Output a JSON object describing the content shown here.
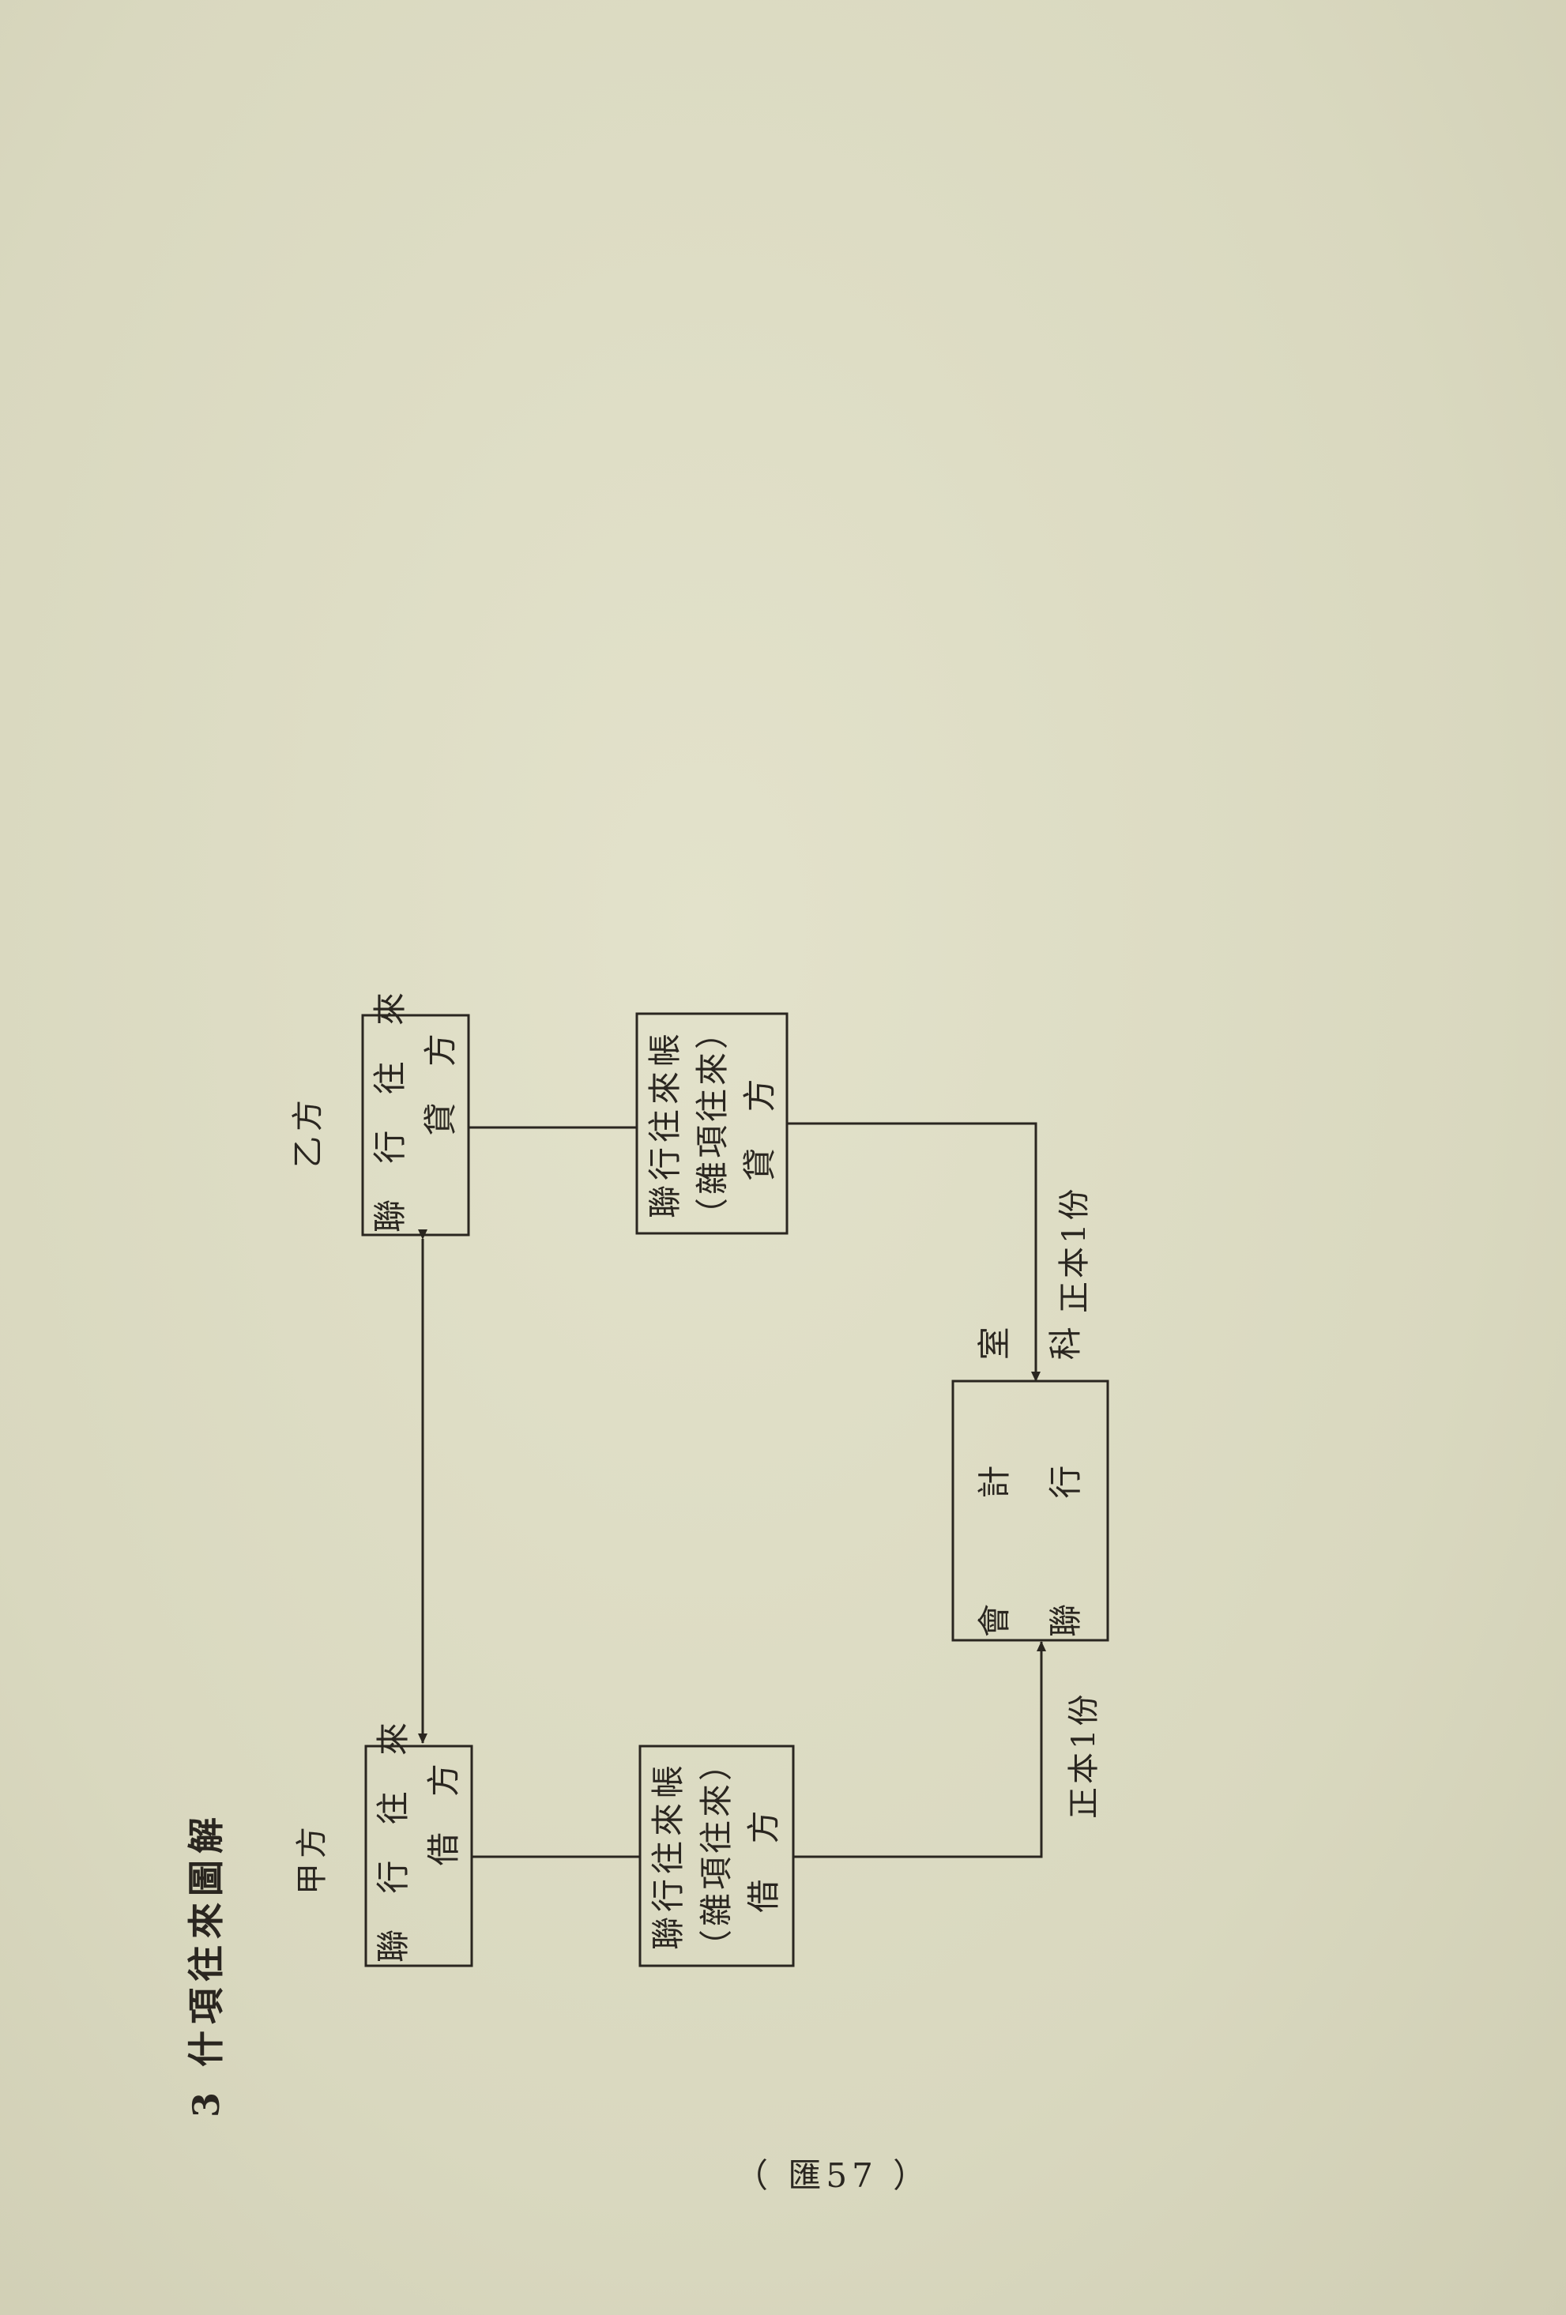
{
  "heading": "3 什項往來圖解",
  "party_a": {
    "label": "甲方",
    "ledger_box": {
      "line1": "聯 行 往 來",
      "line2": "借 方"
    },
    "journal_box": {
      "line1": "聯行往來帳",
      "line2": "（雜項往來）",
      "line3": "借 方"
    },
    "copy_label": "正本1份"
  },
  "party_b": {
    "label": "乙方",
    "ledger_box": {
      "line1": "聯 行 往 來",
      "line2": "貸 方"
    },
    "journal_box": {
      "line1": "聯行往來帳",
      "line2": "（雜項往來）",
      "line3": "貸 方"
    },
    "copy_label": "正本1份"
  },
  "accounting_office": {
    "line1": "會 計 室",
    "line2": "聯 行 科"
  },
  "page_number": "（ 匯57 ）"
}
